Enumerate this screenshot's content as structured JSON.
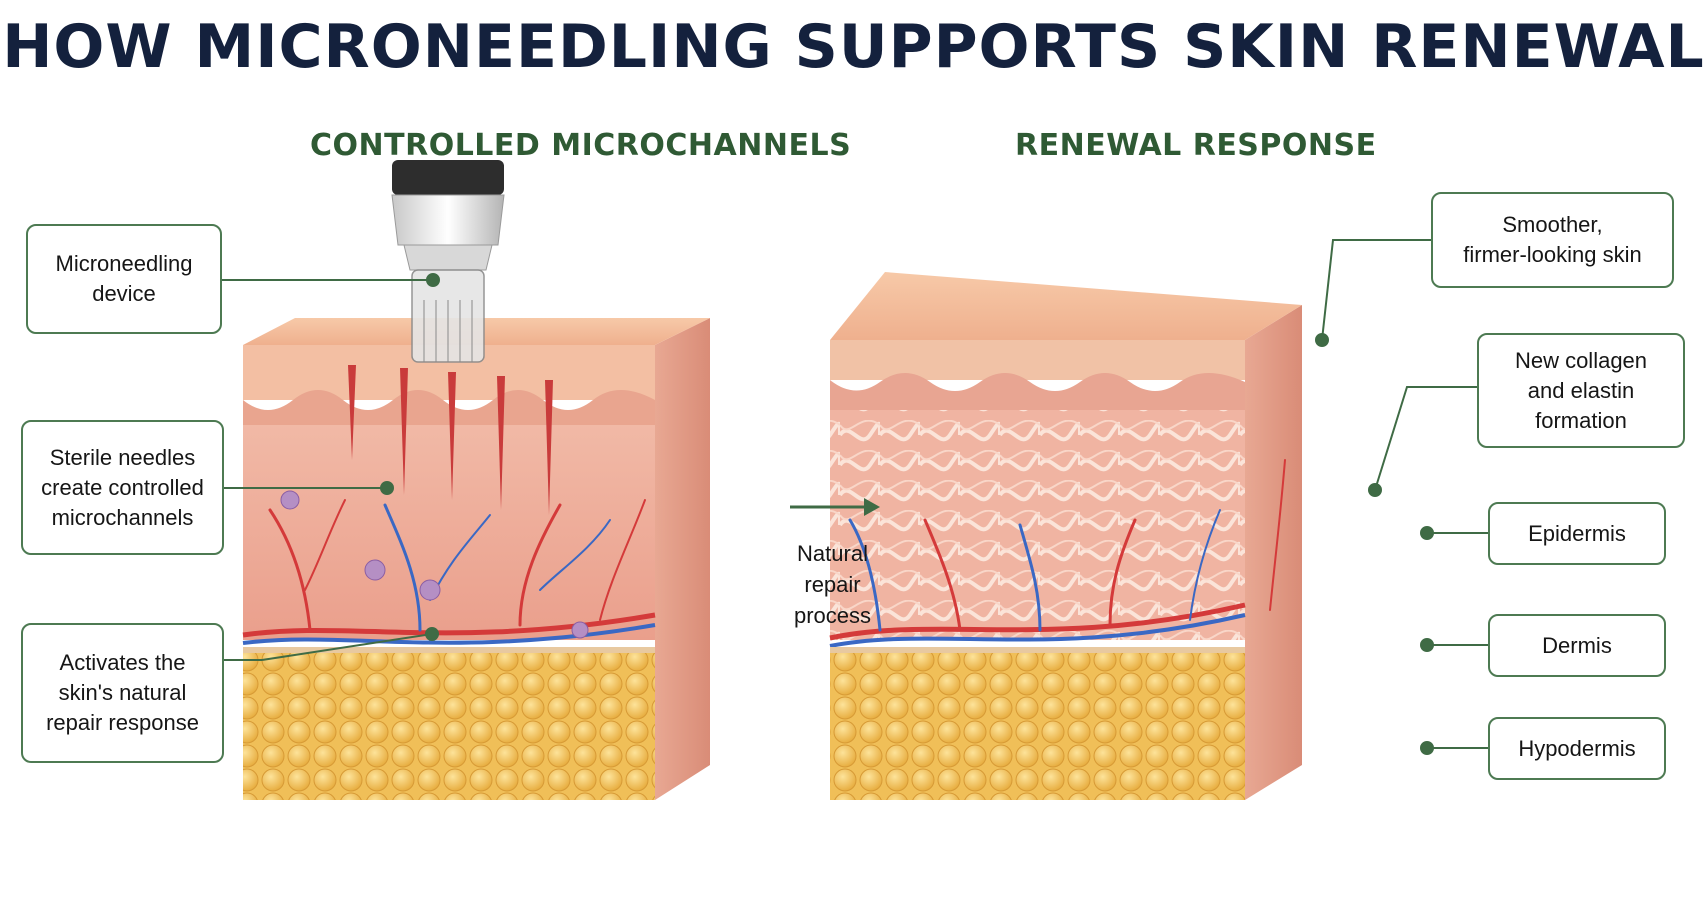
{
  "title": "HOW MICRONEEDLING SUPPORTS SKIN RENEWAL",
  "panels": {
    "left": {
      "title": "CONTROLLED MICROCHANNELS"
    },
    "right": {
      "title": "RENEWAL RESPONSE"
    }
  },
  "transition": {
    "label": "Natural\nrepair\nprocess"
  },
  "callouts": {
    "left": [
      {
        "text": "Microneedling\ndevice"
      },
      {
        "text": "Sterile needles\ncreate controlled\nmicrochannels"
      },
      {
        "text": "Activates the\nskin's natural\nrepair response"
      }
    ],
    "right": [
      {
        "text": "Smoother,\nfirmer-looking skin"
      },
      {
        "text": "New collagen\nand elastin\nformation"
      },
      {
        "text": "Epidermis"
      },
      {
        "text": "Dermis"
      },
      {
        "text": "Hypodermis"
      }
    ]
  },
  "colors": {
    "title": "#14213d",
    "subtitle": "#2f5a34",
    "connector": "#3f6b45",
    "skin_surface": "#f2b898",
    "dermis": "#efb3a0",
    "fat": "#f2c45c",
    "artery": "#d43a3a",
    "vein": "#3a68c4"
  }
}
